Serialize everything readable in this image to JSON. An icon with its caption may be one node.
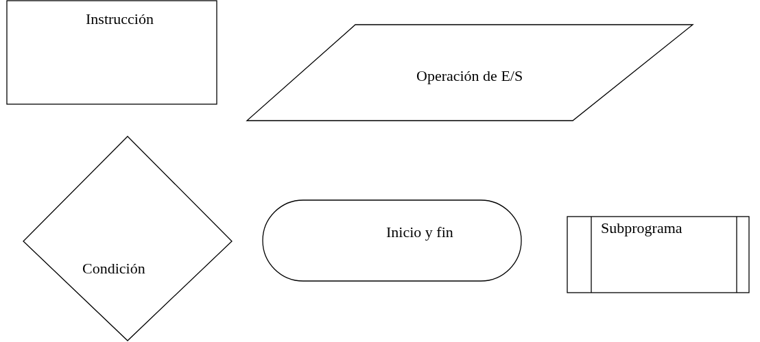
{
  "diagram": {
    "nodes": [
      {
        "text": [
          "Instrucción"
        ]
      },
      {
        "text": [
          "Operación de E/S"
        ]
      },
      {
        "text": [
          "Condición"
        ]
      },
      {
        "text": [
          "Inicio y fin"
        ]
      },
      {
        "text": [
          "Subprograma"
        ]
      }
    ]
  }
}
